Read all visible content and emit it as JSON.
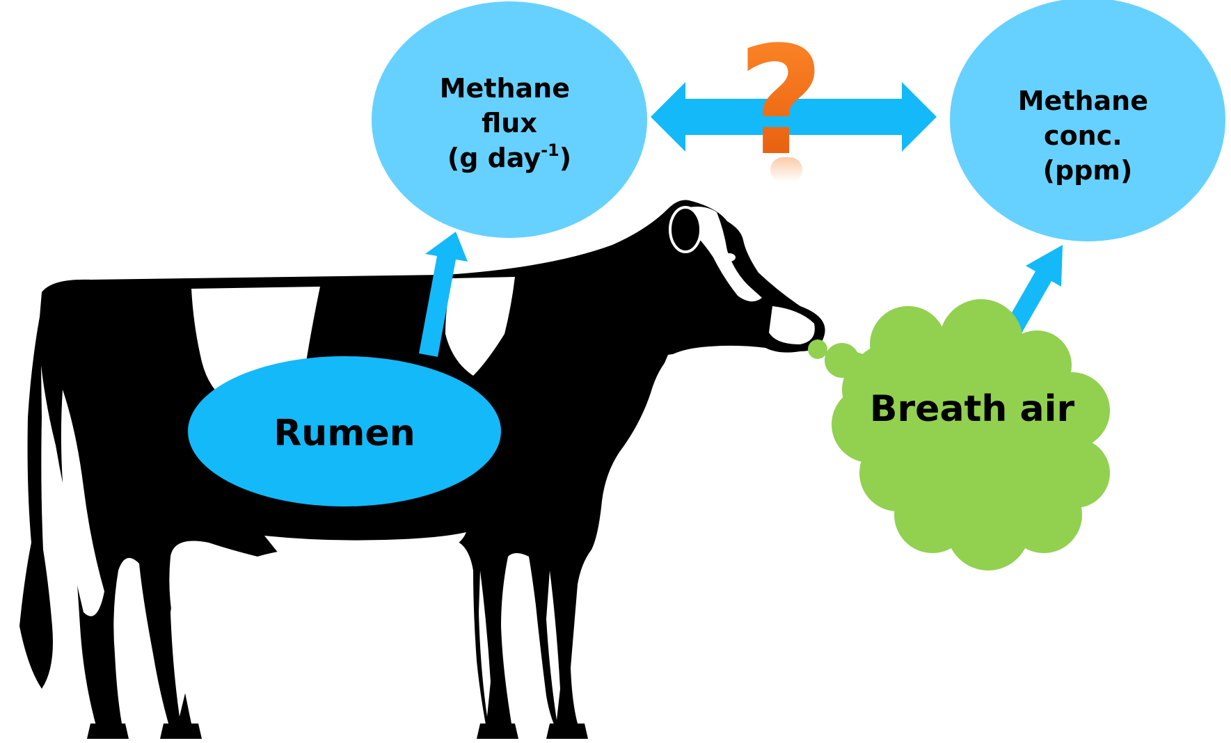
{
  "nodes": {
    "flux": {
      "line1": "Methane",
      "line2": "flux",
      "line3_pre": "(g day",
      "line3_sup": "-1",
      "line3_post": ")"
    },
    "conc": {
      "line1": "Methane",
      "line2": "conc.",
      "line3": "(ppm)"
    },
    "rumen": {
      "label": "Rumen"
    },
    "breath": {
      "label": "Breath air"
    },
    "question": {
      "label": "?"
    }
  },
  "colors": {
    "ellipse_light": "#66d1ff",
    "ellipse_rumen": "#14b9f9",
    "arrow": "#14b9f9",
    "cloud": "#92d050",
    "question": "#f26b0b",
    "cow": "#000000"
  }
}
